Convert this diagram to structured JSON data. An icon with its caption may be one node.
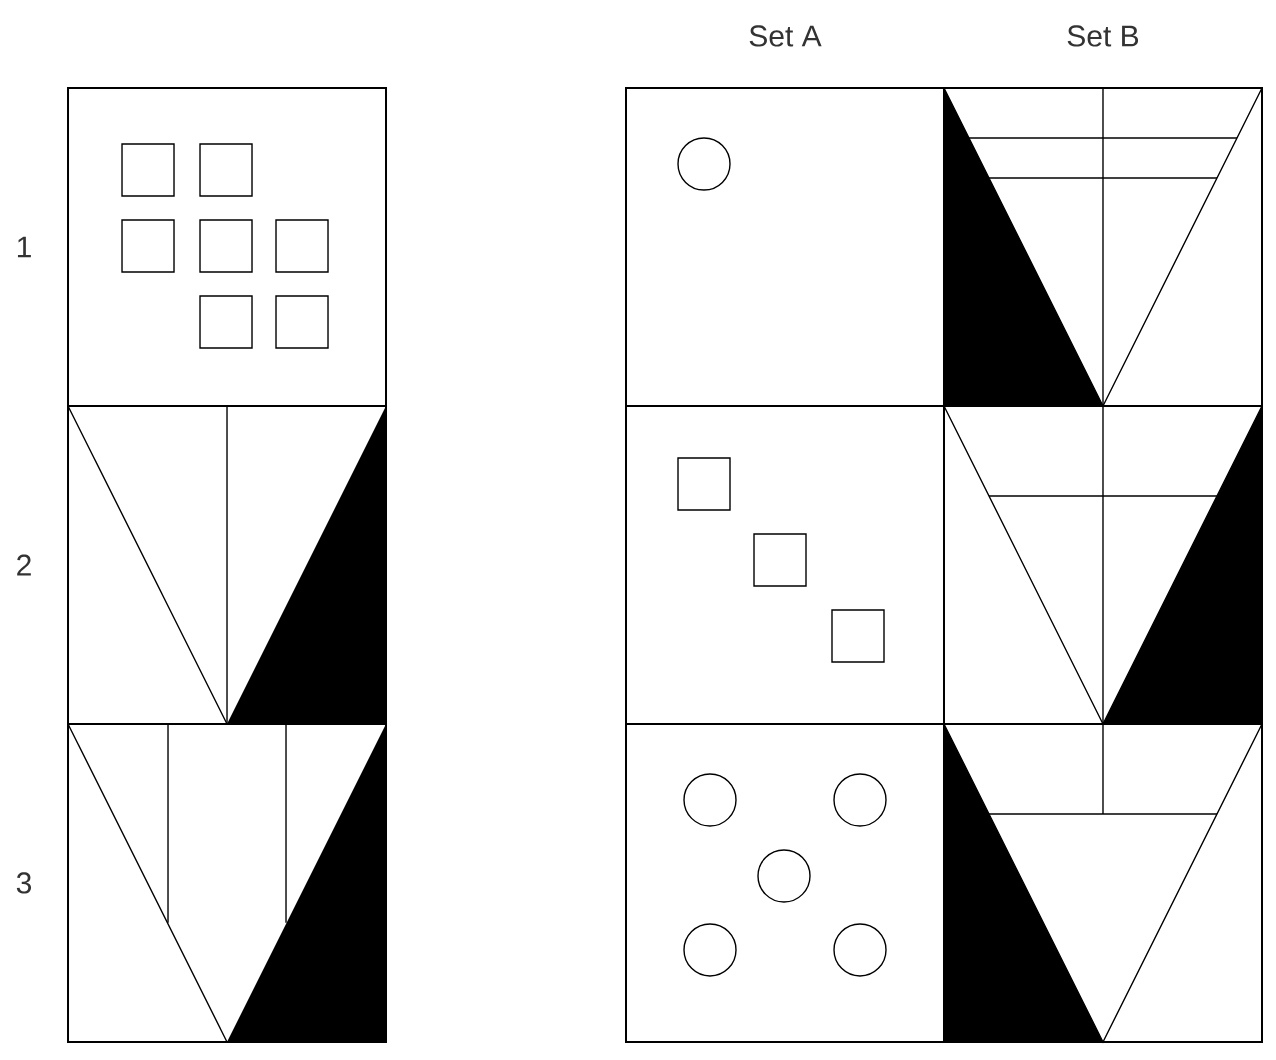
{
  "diagram": {
    "labels": [
      "Set A",
      "Set B",
      "1",
      "2",
      "3"
    ]
  }
}
